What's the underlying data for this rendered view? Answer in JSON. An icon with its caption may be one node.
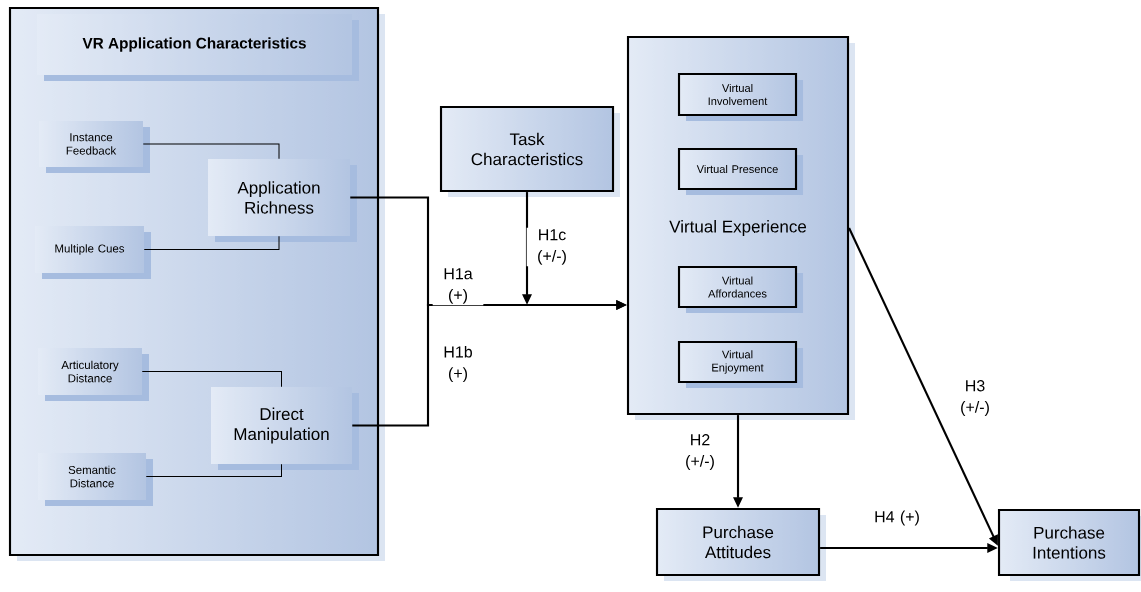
{
  "diagram": {
    "nodes": [
      {
        "text": [
          "VR Application Characteristics"
        ]
      },
      {
        "text": [
          "Instance Feedback"
        ],
        "in": 0
      },
      {
        "text": [
          "Application Richness"
        ],
        "in": 0
      },
      {
        "text": [
          "Multiple Cues"
        ],
        "in": 0
      },
      {
        "text": [
          "Articulatory Distance"
        ],
        "in": 0
      },
      {
        "text": [
          "Direct Manipulation"
        ],
        "in": 0
      },
      {
        "text": [
          "Semantic Distance"
        ],
        "in": 0
      },
      {
        "text": [
          "Task Characteristics"
        ]
      },
      {
        "text": [
          "Virtual Experience"
        ]
      },
      {
        "text": [
          "Virtual Involvement"
        ],
        "in": 8
      },
      {
        "text": [
          "Virtual Presence"
        ],
        "in": 8
      },
      {
        "text": [
          "Virtual Affordances"
        ],
        "in": 8
      },
      {
        "text": [
          "Virtual Enjoyment"
        ],
        "in": 8
      },
      {
        "text": [
          "Purchase Attitudes"
        ]
      },
      {
        "text": [
          "Purchase Intentions"
        ]
      }
    ],
    "edges": [
      {
        "from": 1,
        "to": 2,
        "arrow": "none"
      },
      {
        "from": 3,
        "to": 2,
        "arrow": "none"
      },
      {
        "from": 4,
        "to": 5,
        "arrow": "none"
      },
      {
        "from": 6,
        "to": 5,
        "arrow": "none"
      },
      {
        "from": 2,
        "to": 8,
        "arrow": "to",
        "label": "H1a (+)"
      },
      {
        "from": 5,
        "to": 8,
        "arrow": "to",
        "label": "H1b (+)"
      },
      {
        "from": 7,
        "to": null,
        "arrow": "to",
        "label": "H1c (+/-)"
      },
      {
        "from": 8,
        "to": 13,
        "arrow": "to",
        "label": "H2 (+/-)"
      },
      {
        "from": 8,
        "to": 14,
        "arrow": "to",
        "label": "H3 (+/-)"
      },
      {
        "from": 13,
        "to": 14,
        "arrow": "to",
        "label": "H4 (+)"
      }
    ]
  }
}
